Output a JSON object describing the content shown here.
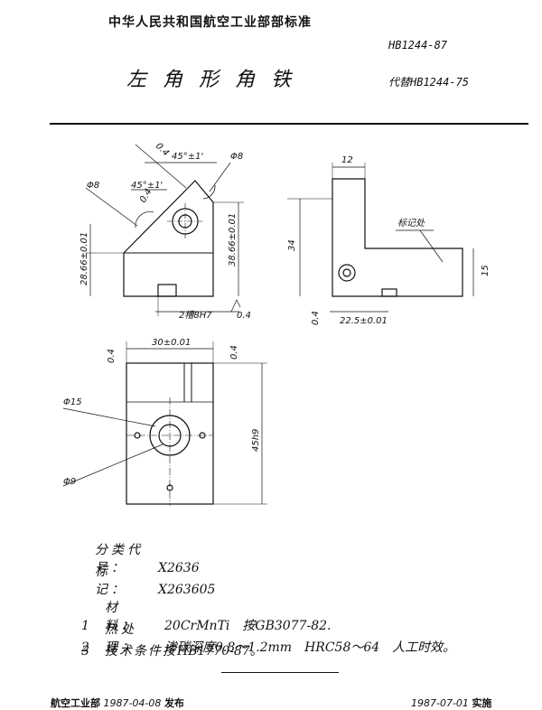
{
  "header": {
    "organization": "中华人民共和国航空工业部部标准",
    "standard_code": "HB1244-87",
    "title": "左角形角铁",
    "replaces": "代替HB1244-75"
  },
  "drawing": {
    "dims": {
      "angle_chamfer_top": "45°±1'",
      "angle_chamfer_left": "45°±1'",
      "roughness_04_a": "0.4",
      "roughness_04_b": "0.4",
      "dia_8_right": "Φ8",
      "dia_8_left": "Φ8",
      "height_28": "28.66±0.01",
      "height_38": "38.66±0.01",
      "slot_note": "2槽8H7",
      "roughness_04_slot": "0.4",
      "top_12": "12",
      "side_34": "34",
      "marking_label": "标记处",
      "side_15": "15",
      "bottom_22": "22.5±0.01",
      "roughness_04_side": "0.4",
      "width_30": "30±0.01",
      "roughness_04_c": "0.4",
      "roughness_04_d": "0.4",
      "dia_15": "Φ15",
      "dia_9": "Φ9",
      "height_45": "45h9"
    }
  },
  "info": {
    "class_code_label": "分类代号：",
    "class_code_value": "X2636",
    "mark_label": "标　记：",
    "mark_value": "X263605"
  },
  "notes": [
    {
      "num": "1",
      "label": "材　料：",
      "text": "20CrMnTi　按GB3077-82."
    },
    {
      "num": "2",
      "label": "热处理：",
      "text": "渗碳深度0.8～1.2mm　HRC58～64　人工时效。"
    },
    {
      "num": "3",
      "label": "技术条件按",
      "text": "HB1770-87。"
    }
  ],
  "footer": {
    "issuer": "航空工业部",
    "issue_date": "1987-04-08",
    "issue_word": "发布",
    "effective_date": "1987-07-01",
    "effective_word": "实施"
  }
}
